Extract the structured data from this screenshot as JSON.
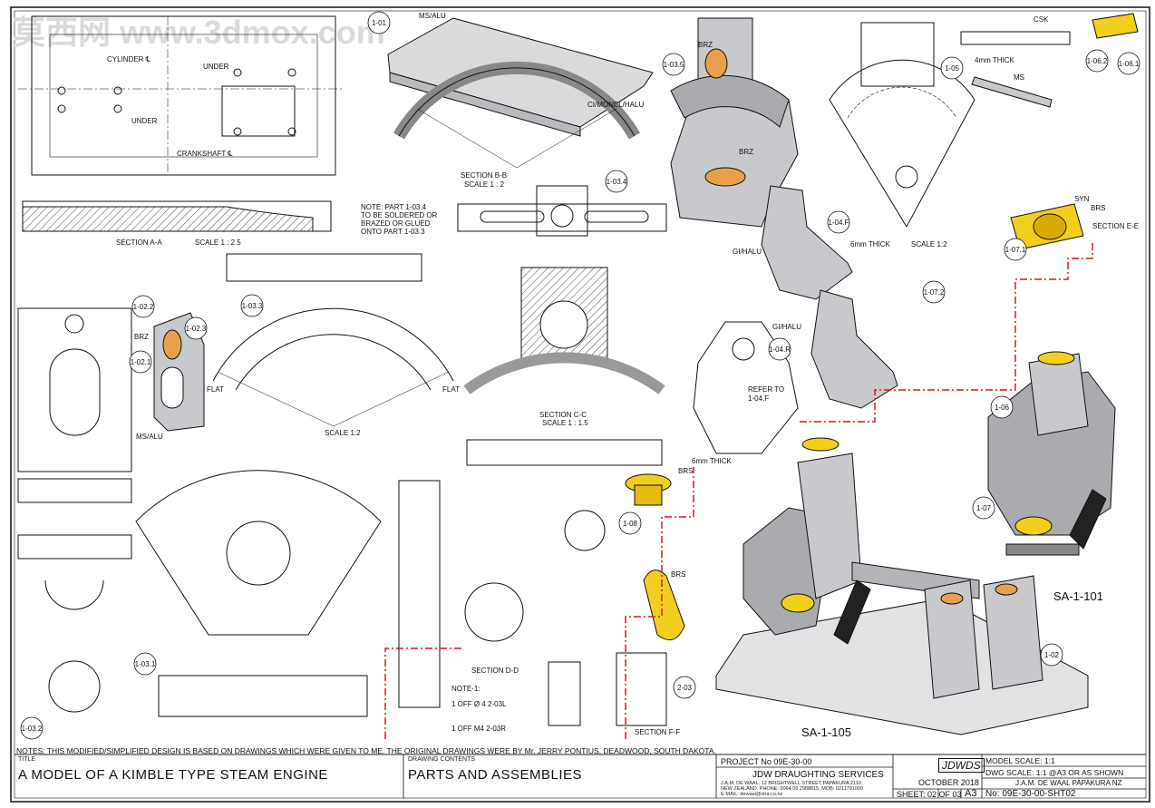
{
  "watermark": "莫西网 www.3dmox.com",
  "notes": "NOTES: THIS MODIFIED/SIMPLIFIED DESIGN IS BASED ON DRAWINGS WHICH WERE GIVEN TO ME. THE ORIGINAL DRAWINGS WERE BY Mr. JERRY PONTIUS, DEADWOOD, SOUTH DAKOTA.",
  "title_block": {
    "title_label": "TITLE",
    "title": "A MODEL OF A KIMBLE TYPE STEAM ENGINE",
    "contents_label": "DRAWING CONTENTS",
    "contents": "PARTS AND ASSEMBLIES",
    "project": "PROJECT No  09E-30-00",
    "company": "JDW DRAUGHTING SERVICES",
    "address1": "J.A.M. DE WAAL, 12 BRIGHTWELL STREET PAPAKURA 2110",
    "address2": "NEW ZEALAND. PHONE: 0064 09 2988815, MOB: 0211791000",
    "address3": "E-MAIL: dewaal@xtra.co.nz",
    "logo": "JDWDS",
    "date": "OCTOBER 2018",
    "sheet": "SHEET: 02 OF 03",
    "size": "A3",
    "model_scale": "MODEL SCALE: 1:1",
    "dwg_scale": "DWG SCALE: 1:1 @A3 OR AS SHOWN",
    "copyright": "J.A.M. DE WAAL PAPAKURA NZ",
    "drawing_no": "No: 09E-30-00-SHT02"
  },
  "labels": {
    "section_aa": "SECTION A-A",
    "scale_25": "SCALE 1 : 2.5",
    "section_bb": "SECTION B-B",
    "scale_2": "SCALE 1 : 2",
    "section_cc": "SECTION C-C",
    "scale_15": "SCALE 1 : 1.5",
    "section_dd": "SECTION D-D",
    "section_ff": "SECTION F-F",
    "section_ee": "SECTION E-E",
    "cylinder": "CYLINDER ℄",
    "crankshaft": "CRANKSHAFT ℄",
    "under": "UNDER",
    "ms_alu": "MS/ALU",
    "ci_monel": "CI/MONEL/HALU",
    "gi_halu": "GI/HALU",
    "brz": "BRZ",
    "brs": "BRS",
    "syn": "SYN",
    "csk": "CSK",
    "ms": "MS",
    "flat": "FLAT",
    "refer": "REFER TO",
    "refer2": "1-04.F",
    "six_mm": "6mm THICK",
    "four_mm": "4mm THICK",
    "note_part1": "NOTE: PART 1-03.4",
    "note_part2": "TO BE SOLDERED OR",
    "note_part3": "BRAZED OR GLUED",
    "note_part4": "ONTO PART 1-03.3",
    "note1_title": "NOTE-1:",
    "note1_a": "1 OFF  Ø 4  2-03L",
    "note1_b": "1 OFF  M4  2-03R",
    "assy_101": "SA-1-101",
    "assy_105": "SA-1-105",
    "scale_12": "SCALE 1:2",
    "scale_115": "SCALE 1:1.5"
  },
  "balloons": [
    "1-01",
    "1-02",
    "1-02.1",
    "1-02.2",
    "1-02.3",
    "1-03.1",
    "1-03.2",
    "1-03.3",
    "1-03.4",
    "1-03.5",
    "1-04.F",
    "1-04.R",
    "1-05",
    "1-06",
    "1-06.1",
    "1-06.2",
    "1-07",
    "1-07.1",
    "1-07.2",
    "1-08",
    "2-03"
  ],
  "colors": {
    "line": "#111111",
    "part": "#c7c9cc",
    "brass": "#f2cf1d",
    "bronze": "#e8a14a",
    "redline": "#d21b1b"
  }
}
